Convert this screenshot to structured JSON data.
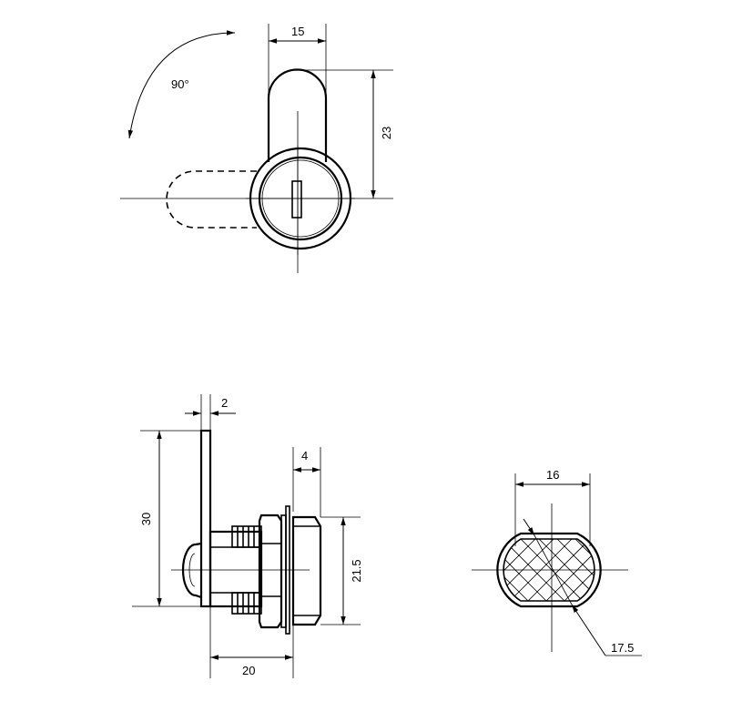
{
  "top_view": {
    "rotation_label": "90°",
    "width_dim": "15",
    "height_dim": "23"
  },
  "side_view": {
    "plate_thickness_dim": "2",
    "plate_height_dim": "30",
    "cap_length_dim": "4",
    "cap_diameter_dim": "21.5",
    "body_length_dim": "20"
  },
  "section_view": {
    "flat_width_dim": "16",
    "diameter_dim": "17.5"
  }
}
